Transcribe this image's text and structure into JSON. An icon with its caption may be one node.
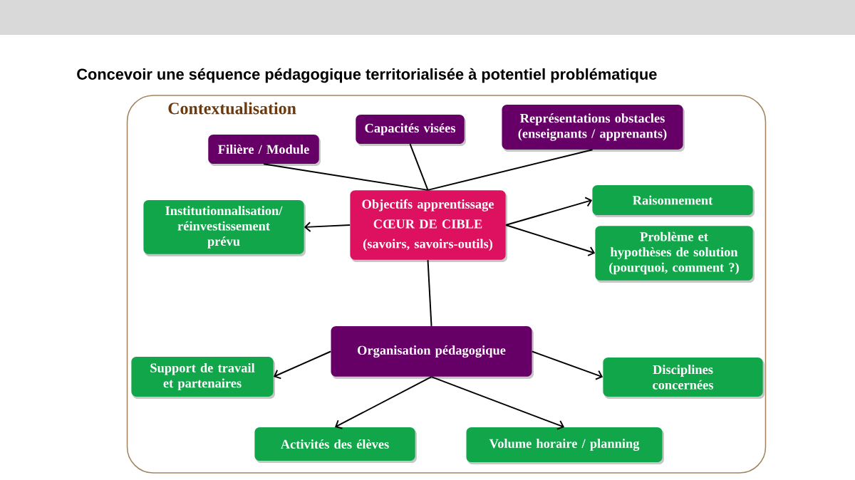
{
  "diagram": {
    "title": "Concevoir une séquence pédagogique territorialisée à potentiel problématique",
    "nodes": [
      {
        "text": [
          "Contextualisation"
        ]
      },
      {
        "text": [
          "Filière / Module"
        ],
        "in": 0
      },
      {
        "text": [
          "Capacités visées"
        ],
        "in": 0
      },
      {
        "text": [
          "Représentations obstacles (enseignants / apprenants)"
        ],
        "in": 0
      },
      {
        "text": [
          "Objectifs apprentissage",
          "CŒUR DE CIBLE",
          "(savoirs, savoirs-outils)"
        ],
        "in": 0
      },
      {
        "text": [
          "Institutionnalisation/ réinvestissement prévu"
        ],
        "in": 0
      },
      {
        "text": [
          "Raisonnement"
        ],
        "in": 0
      },
      {
        "text": [
          "Problème et hypothèses de solution (pourquoi, comment ?)"
        ],
        "in": 0
      },
      {
        "text": [
          "Organisation pédagogique"
        ],
        "in": 0
      },
      {
        "text": [
          "Support de travail et partenaires"
        ],
        "in": 0
      },
      {
        "text": [
          "Disciplines concernées"
        ],
        "in": 0
      },
      {
        "text": [
          "Activités des élèves"
        ],
        "in": 0
      },
      {
        "text": [
          "Volume horaire / planning"
        ],
        "in": 0
      }
    ],
    "edges": [
      {
        "from": 1,
        "to": 4,
        "arrow": "none"
      },
      {
        "from": 2,
        "to": 4,
        "arrow": "none"
      },
      {
        "from": 3,
        "to": 4,
        "arrow": "none"
      },
      {
        "from": 4,
        "to": 5,
        "arrow": "to"
      },
      {
        "from": 4,
        "to": 6,
        "arrow": "to"
      },
      {
        "from": 4,
        "to": 7,
        "arrow": "to"
      },
      {
        "from": 4,
        "to": 8,
        "arrow": "none"
      },
      {
        "from": 8,
        "to": 9,
        "arrow": "to"
      },
      {
        "from": 8,
        "to": 10,
        "arrow": "to"
      },
      {
        "from": 8,
        "to": 11,
        "arrow": "to"
      },
      {
        "from": 8,
        "to": 12,
        "arrow": "to"
      }
    ]
  }
}
